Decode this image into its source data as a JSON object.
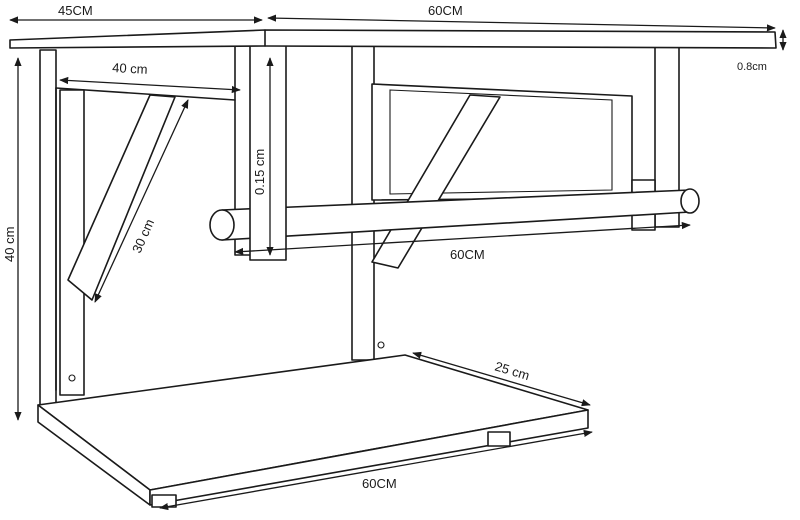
{
  "dimensions": {
    "top_depth": "45CM",
    "top_width": "60CM",
    "top_thickness": "0.8cm",
    "upper_inner_width": "40 cm",
    "post_label": "0.15 cm",
    "total_height": "40 cm",
    "brace_length": "30 cm",
    "rod_length": "60CM",
    "lower_shelf_depth": "25 cm",
    "lower_shelf_width": "60CM"
  },
  "colors": {
    "line": "#1a1a1a",
    "background": "#ffffff"
  }
}
